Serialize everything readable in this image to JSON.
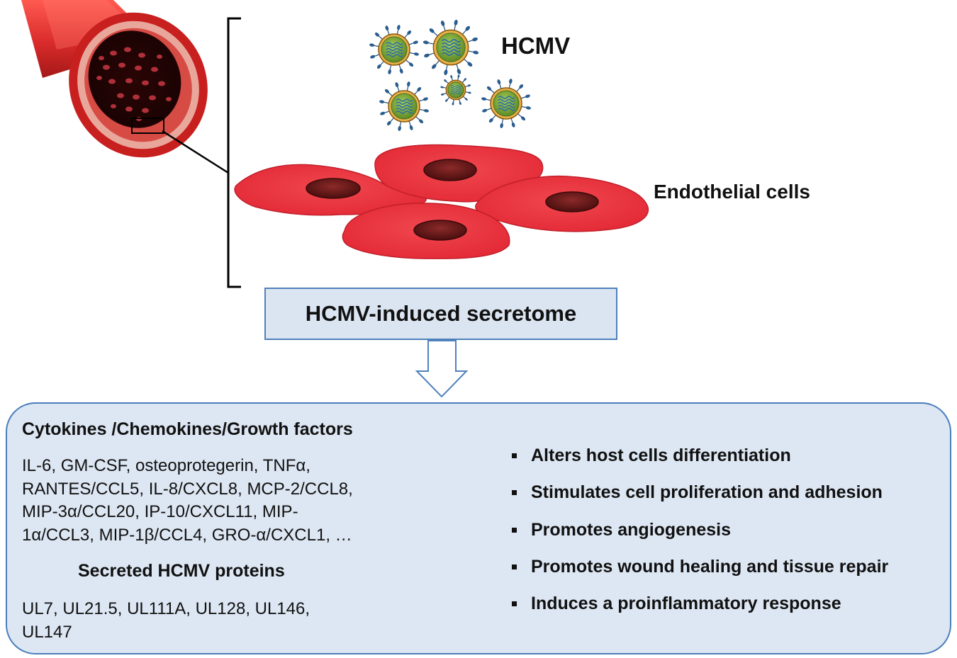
{
  "labels": {
    "virus": "HCMV",
    "cells": "Endothelial  cells",
    "secretome": "HCMV-induced secretome"
  },
  "panel": {
    "cytokines": {
      "heading": "Cytokines /Chemokines/Growth factors",
      "lines": [
        "IL-6, GM-CSF, osteoprotegerin, TNFα,",
        "RANTES/CCL5, IL-8/CXCL8, MCP-2/CCL8,",
        "MIP-3α/CCL20, IP-10/CXCL11, MIP-",
        "1α/CCL3, MIP-1β/CCL4, GRO-α/CXCL1, …"
      ]
    },
    "proteins": {
      "heading": "Secreted HCMV proteins",
      "lines": [
        "UL7, UL21.5, UL111A, UL128, UL146,",
        "UL147"
      ]
    },
    "effects": [
      "Alters host cells differentiation",
      "Stimulates cell proliferation and adhesion",
      "Promotes angiogenesis",
      "Promotes wound healing and tissue repair",
      "Induces a proinflammatory response"
    ]
  },
  "colors": {
    "vessel": "#d42a2a",
    "cell": "#e8333f",
    "nucleus": "#6e1e1e",
    "virus_capsid": "#7ca83e",
    "virus_spike": "#1f4e79",
    "box_fill": "#dbe5f1",
    "box_border": "#4f81bd",
    "arrow_fill": "#4a7ebb"
  }
}
